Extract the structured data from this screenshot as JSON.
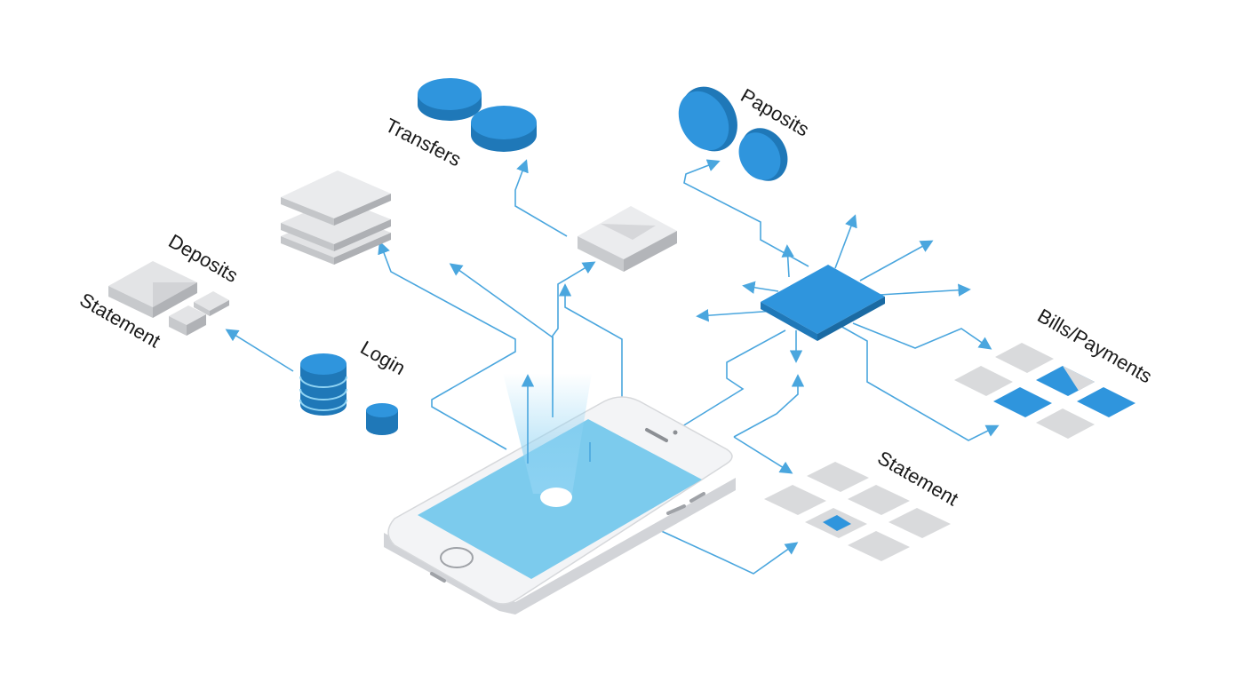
{
  "labels": {
    "transfers": "Transfers",
    "paposits": "Paposits",
    "deposits": "Deposits",
    "statement_left": "Statement",
    "login": "Login",
    "bills_payments": "Bills/Payments",
    "statement_right": "Statement"
  },
  "colors": {
    "accent": "#2f95dd",
    "accent_dark": "#1f78b8",
    "accent_light": "#6cc3ea",
    "connector": "#4aa6de",
    "tile_grey": "#d9dadc",
    "tile_grey_dark": "#b9bbbf",
    "phone_body": "#f3f4f6"
  },
  "icons": [
    "coins-icon",
    "disc-coins-icon",
    "paper-stack-icon",
    "envelope-icon",
    "block-cluster-icon",
    "database-icon",
    "processor-chip-icon",
    "tile-grid-icon",
    "smartphone-icon"
  ]
}
